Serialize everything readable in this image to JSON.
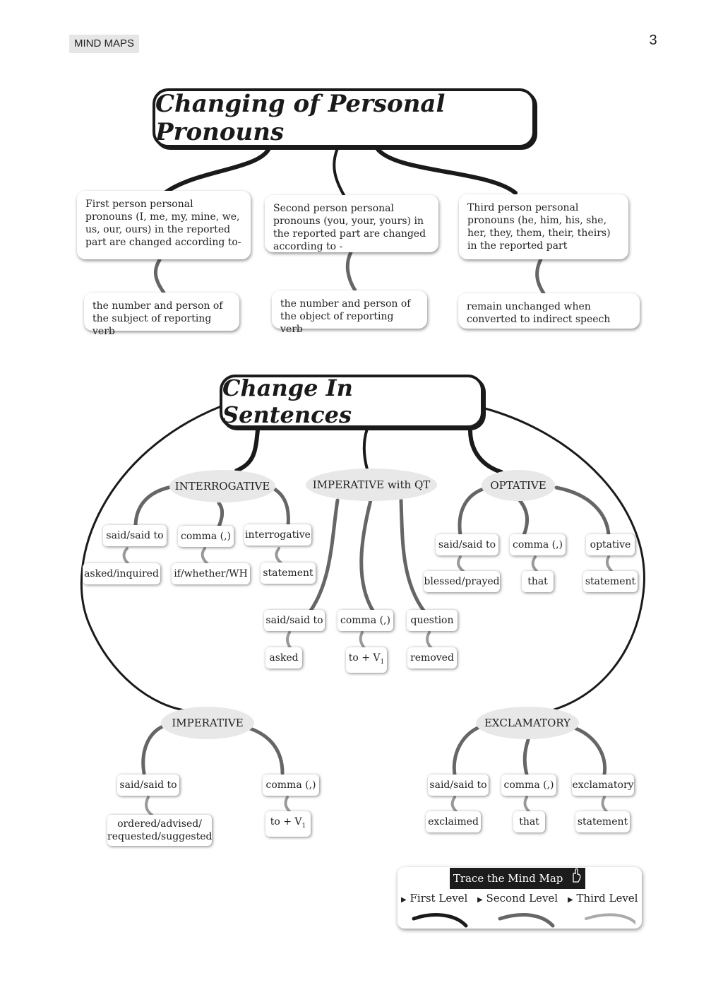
{
  "header": {
    "section": "MIND MAPS",
    "page_number": "3"
  },
  "map1": {
    "title": "Changing of Personal Pronouns",
    "branches": [
      {
        "top": "First person personal pronouns (I, me, my, mine, we, us, our, ours) in the reported part are changed according to-",
        "bottom": "the number and person of the subject of reporting verb"
      },
      {
        "top": "Second person personal pronouns (you, your, yours) in the reported part are changed according to -",
        "bottom": "the number and person of the object of reporting verb"
      },
      {
        "top": "Third person personal pronouns (he, him, his, she, her, they, them, their, theirs) in the reported part",
        "bottom": "remain unchanged when converted to indirect speech"
      }
    ]
  },
  "map2": {
    "title": "Change In Sentences",
    "interrogative": {
      "label": "INTERROGATIVE",
      "items": [
        {
          "top": "said/said to",
          "bottom": "asked/inquired"
        },
        {
          "top": "comma (,)",
          "bottom": "if/whether/WH"
        },
        {
          "top": "interrogative",
          "bottom": "statement"
        }
      ]
    },
    "imperative_qt": {
      "label": "IMPERATIVE with QT",
      "items": [
        {
          "top": "said/said to",
          "bottom": "asked"
        },
        {
          "top": "comma (,)",
          "bottom": "to + V",
          "sub": "1"
        },
        {
          "top": "question",
          "bottom": "removed"
        }
      ]
    },
    "optative": {
      "label": "OPTATIVE",
      "items": [
        {
          "top": "said/said to",
          "bottom": "blessed/prayed"
        },
        {
          "top": "comma (,)",
          "bottom": "that"
        },
        {
          "top": "optative",
          "bottom": "statement"
        }
      ]
    },
    "imperative": {
      "label": "IMPERATIVE",
      "items": [
        {
          "top": "said/said to",
          "bottom_line1": "ordered/advised/",
          "bottom_line2": "requested/suggested"
        },
        {
          "top": "comma (,)",
          "bottom": "to + V",
          "sub": "1"
        }
      ]
    },
    "exclamatory": {
      "label": "EXCLAMATORY",
      "items": [
        {
          "top": "said/said to",
          "bottom": "exclaimed"
        },
        {
          "top": "comma (,)",
          "bottom": "that"
        },
        {
          "top": "exclamatory",
          "bottom": "statement"
        }
      ]
    }
  },
  "legend": {
    "title": "Trace the Mind Map",
    "icon": "pointing-hand-icon",
    "levels": [
      "First Level",
      "Second Level",
      "Third Level"
    ]
  }
}
